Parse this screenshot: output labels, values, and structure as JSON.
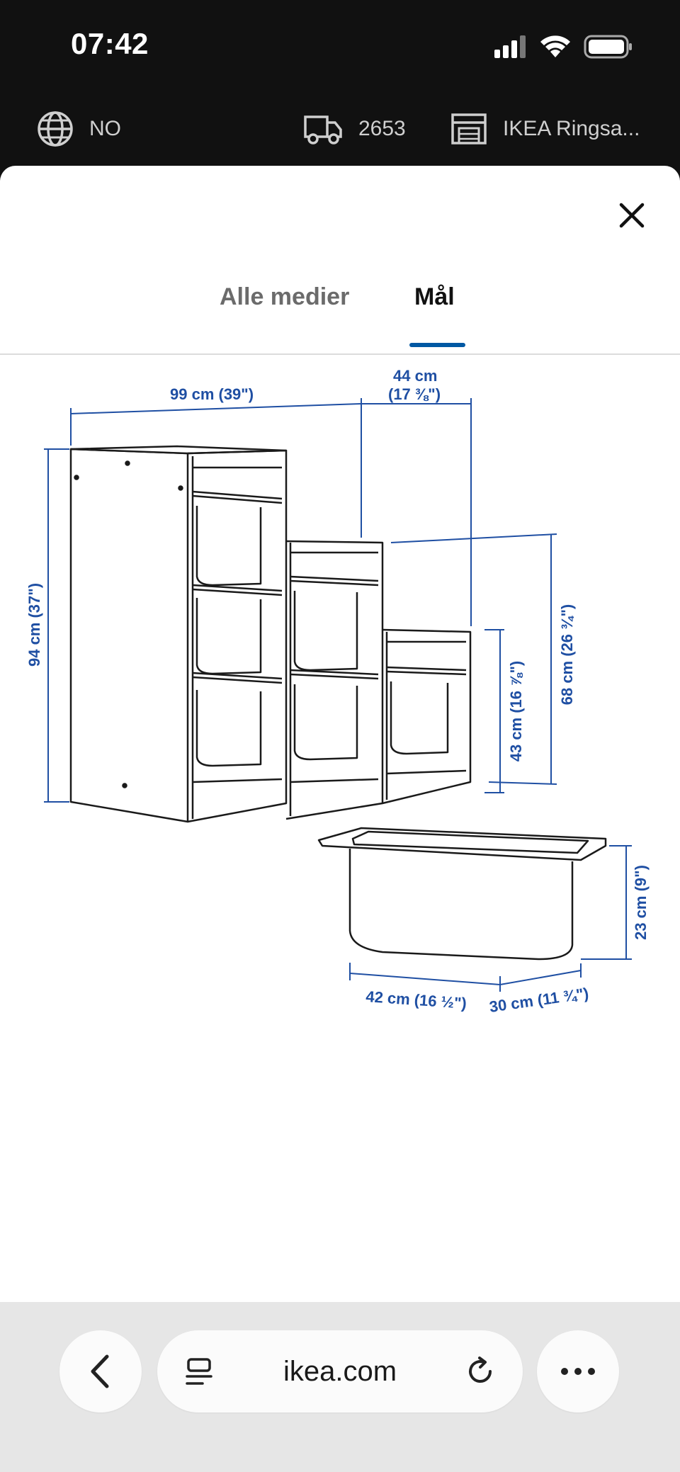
{
  "status_bar": {
    "time": "07:42"
  },
  "top_strip": {
    "language": "NO",
    "postcode": "2653",
    "store": "IKEA Ringsa..."
  },
  "tabs": [
    {
      "label": "Alle medier",
      "active": false
    },
    {
      "label": "Mål",
      "active": true
    }
  ],
  "dimensions": {
    "width": "99 cm (39\")",
    "depth_line1": "44 cm",
    "depth_line2": "(17 ⅜\")",
    "height": "94 cm (37\")",
    "middle_height": "68 cm (26 ¾\")",
    "low_height": "43 cm (16 ⅞\")",
    "box_height": "23 cm (9\")",
    "box_width": "42 cm (16 ½\")",
    "box_depth": "30 cm (11 ¾\")"
  },
  "browser_bar": {
    "url": "ikea.com"
  },
  "colors": {
    "accent": "#0058a3",
    "dimension_blue": "#1f4fa3"
  }
}
